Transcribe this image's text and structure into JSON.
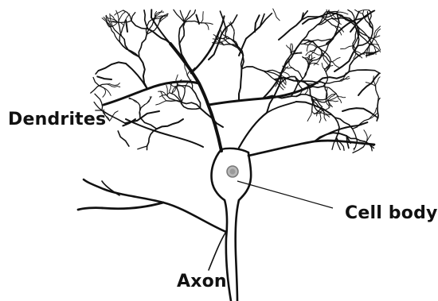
{
  "labels": {
    "dendrites": "Dendrites",
    "cell_body": "Cell body",
    "axon": "Axon"
  },
  "colors": {
    "ink": "#111111",
    "background": "#ffffff",
    "nucleus": "#9a9a9a"
  }
}
